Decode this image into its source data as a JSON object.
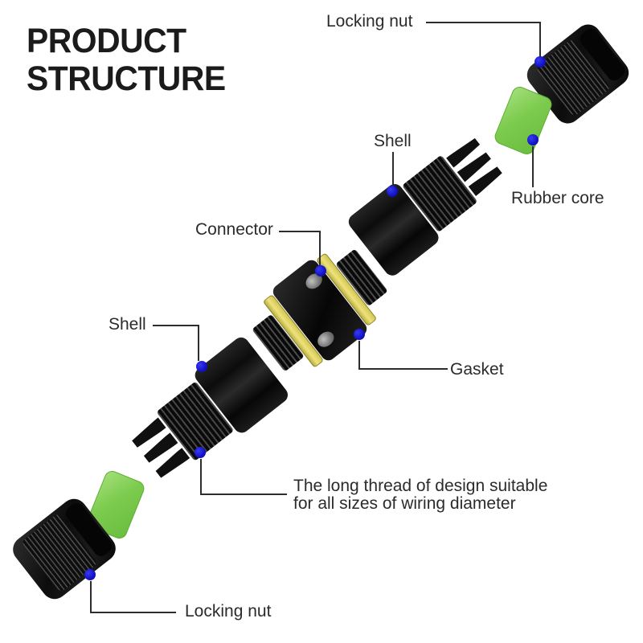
{
  "title": {
    "line1": "PRODUCT",
    "line2": "STRUCTURE"
  },
  "callouts": {
    "locking_nut_top": "Locking nut",
    "shell_top": "Shell",
    "rubber_core": "Rubber core",
    "connector": "Connector",
    "gasket": "Gasket",
    "shell_bottom": "Shell",
    "thread_note_line1": "The long thread of design suitable",
    "thread_note_line2": "for all sizes of wiring diameter",
    "locking_nut_bottom": "Locking nut"
  },
  "colors": {
    "background": "#ffffff",
    "part_black": "#121212",
    "rubber_core_green": "#7ccb4e",
    "gasket_yellow": "#eee27a",
    "marker_blue": "#1414cc",
    "leader_line": "#2d2d2d",
    "text": "#2b2b2b",
    "title_text": "#1b1b1b"
  }
}
